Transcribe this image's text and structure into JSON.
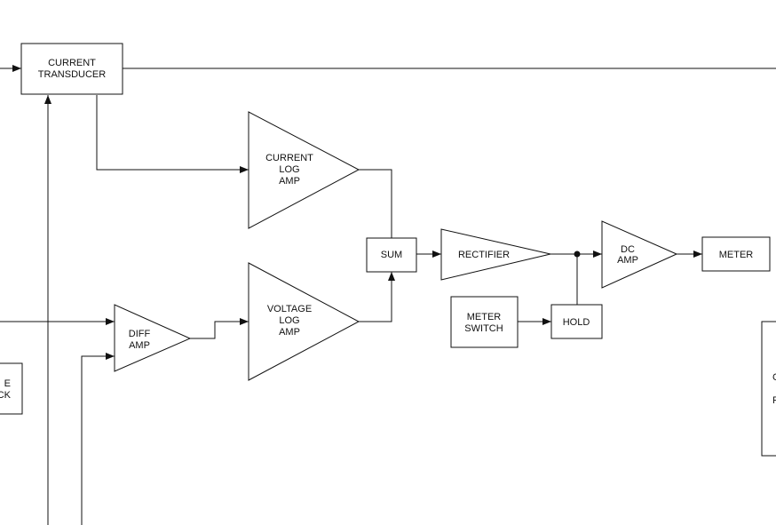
{
  "blocks": {
    "current_transducer": [
      "CURRENT",
      "TRANSDUCER"
    ],
    "current_log_amp": [
      "CURRENT",
      "LOG",
      "AMP"
    ],
    "voltage_log_amp": [
      "VOLTAGE",
      "LOG",
      "AMP"
    ],
    "diff_amp": [
      "DIFF",
      "AMP"
    ],
    "sum": "SUM",
    "rectifier": "RECTIFIER",
    "dc_amp": [
      "DC",
      "AMP"
    ],
    "meter": "METER",
    "meter_switch": [
      "METER",
      "SWITCH"
    ],
    "hold": "HOLD",
    "left_partial_box": [
      "E",
      "CK"
    ],
    "right_partial_box": [
      "C",
      "F"
    ]
  }
}
